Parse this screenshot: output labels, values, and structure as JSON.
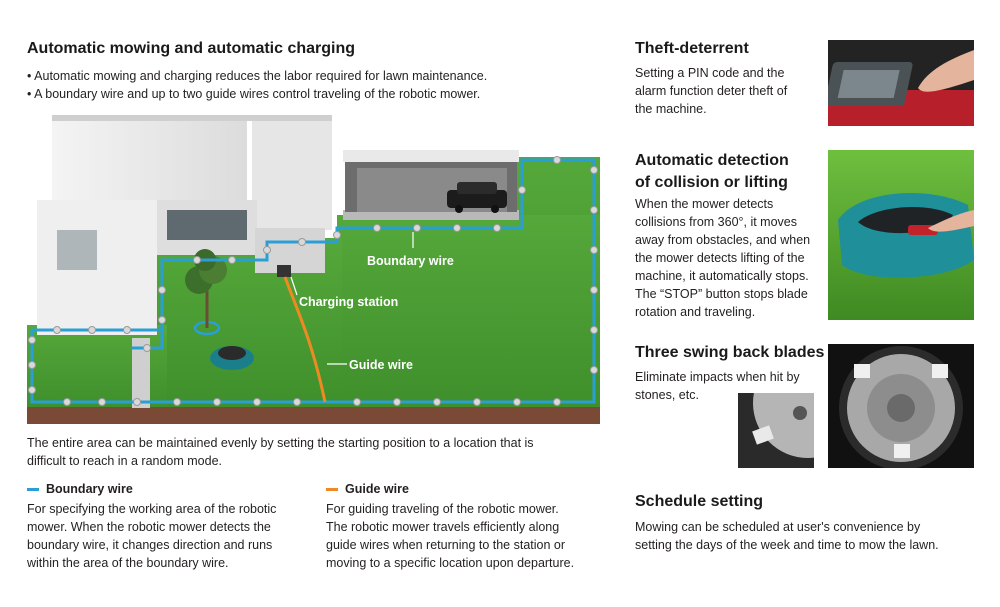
{
  "main": {
    "title": "Automatic mowing and automatic charging",
    "bullets": [
      "• Automatic mowing and charging reduces the labor required for lawn maintenance.",
      "• A boundary wire and up to two guide wires control traveling of the robotic mower."
    ],
    "diagram": {
      "boundary_label": "Boundary wire",
      "charging_label": "Charging station",
      "guide_label": "Guide wire"
    },
    "caption": [
      "The entire area can be maintained evenly by setting the starting position to a location that is",
      "difficult to reach in a random mode."
    ],
    "legend": {
      "boundary": {
        "title": "Boundary wire",
        "color": "#2a9fd6",
        "lines": [
          "For specifying the working area of the robotic",
          "mower. When the robotic mower detects the",
          "boundary wire, it changes direction and runs",
          "within the area of the boundary wire."
        ]
      },
      "guide": {
        "title": "Guide wire",
        "color": "#ef8a22",
        "lines": [
          "For guiding traveling of the robotic mower.",
          "The robotic mower travels efficiently along",
          "guide wires when returning to the station or",
          "moving to a specific location upon departure."
        ]
      }
    }
  },
  "features": {
    "theft": {
      "title": "Theft-deterrent",
      "lines": [
        "Setting a PIN code and the",
        "alarm function deter theft of",
        "the machine."
      ]
    },
    "collision": {
      "title_lines": [
        "Automatic detection",
        "of collision or lifting"
      ],
      "lines": [
        "When the mower detects",
        "collisions from 360°, it moves",
        "away from obstacles, and when",
        "the mower detects lifting of the",
        "machine, it automatically stops.",
        "The “STOP” button stops blade",
        "rotation and traveling."
      ]
    },
    "blades": {
      "title": "Three swing back blades",
      "lines": [
        "Eliminate impacts when hit by",
        "stones, etc."
      ]
    },
    "schedule": {
      "title": "Schedule setting",
      "lines": [
        "Mowing can be scheduled at user's convenience by",
        "setting the days of the week and time to mow the lawn."
      ]
    }
  },
  "colors": {
    "lawn": "#4a9a34",
    "boundary_wire": "#2a9fd6",
    "guide_wire": "#ef8a22",
    "accent_teal": "#1f8f9a"
  }
}
